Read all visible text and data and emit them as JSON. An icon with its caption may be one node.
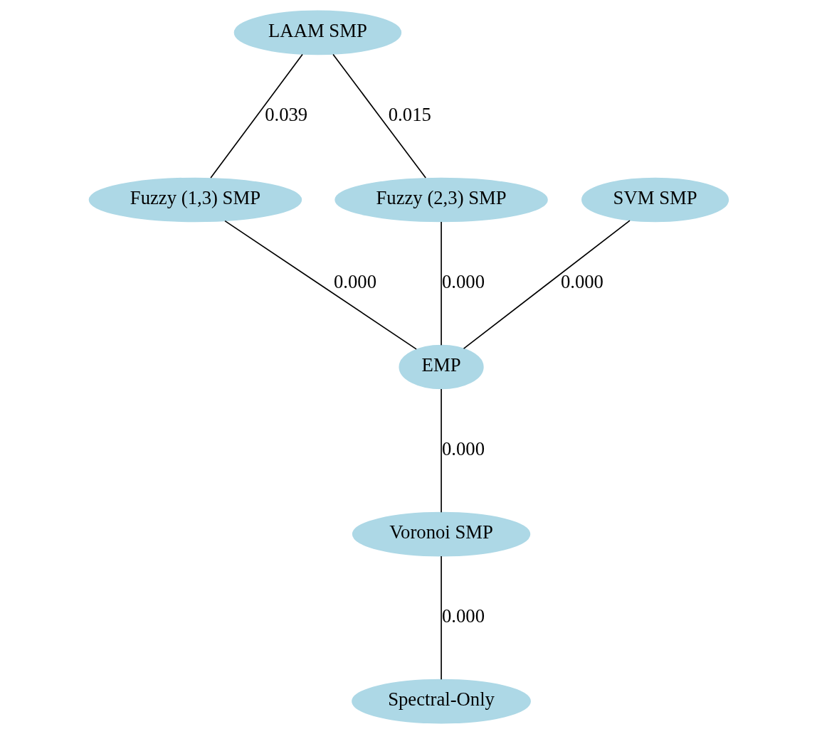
{
  "diagram": {
    "nodes": [
      {
        "text": [
          "LAAM SMP"
        ]
      },
      {
        "text": [
          "SVM SMP"
        ]
      },
      {
        "text": [
          "Fuzzy (1,3) SMP"
        ]
      },
      {
        "text": [
          "Fuzzy (2,3) SMP"
        ]
      },
      {
        "text": [
          "EMP"
        ]
      },
      {
        "text": [
          "Voronoi SMP"
        ]
      },
      {
        "text": [
          "Spectral-Only"
        ]
      }
    ],
    "edges": [
      {
        "from": 0,
        "to": 2,
        "arrow": "none",
        "label": "0.039"
      },
      {
        "from": 0,
        "to": 3,
        "arrow": "none",
        "label": "0.015"
      },
      {
        "from": 1,
        "to": 4,
        "arrow": "none",
        "label": "0.000"
      },
      {
        "from": 2,
        "to": 4,
        "arrow": "none",
        "label": "0.000"
      },
      {
        "from": 3,
        "to": 4,
        "arrow": "none",
        "label": "0.000"
      },
      {
        "from": 4,
        "to": 5,
        "arrow": "none",
        "label": "0.000"
      },
      {
        "from": 5,
        "to": 6,
        "arrow": "none",
        "label": "0.000"
      }
    ]
  }
}
